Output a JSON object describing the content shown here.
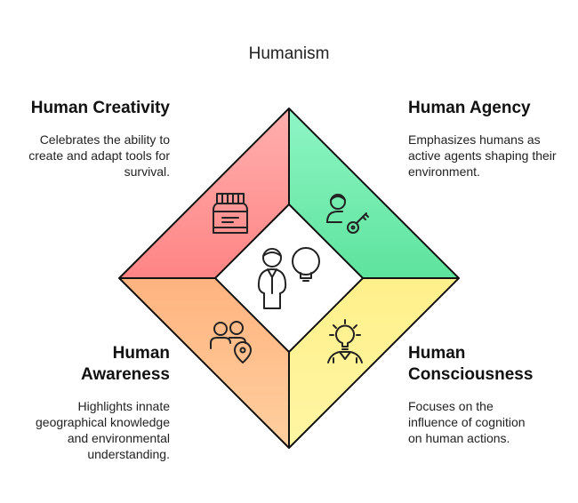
{
  "title": "Humanism",
  "quadrants": [
    {
      "id": "creativity",
      "title": "Human Creativity",
      "description": "Celebrates the ability to create and adapt tools for survival.",
      "color": "#ff8f8f",
      "icon": "jar-icon"
    },
    {
      "id": "agency",
      "title": "Human Agency",
      "description": "Emphasizes humans as active agents shaping their environment.",
      "color": "#66eaa6",
      "icon": "person-with-key-icon"
    },
    {
      "id": "awareness",
      "title": "Human Awareness",
      "description": "Highlights innate geographical knowledge and environmental understanding.",
      "color": "#ffbb88",
      "icon": "people-location-icon"
    },
    {
      "id": "consciousness",
      "title": "Human Consciousness",
      "description": "Focuses on the influence of cognition on human actions.",
      "color": "#fff18a",
      "icon": "person-lightbulb-icon"
    }
  ],
  "center_icon": "person-idea-icon"
}
